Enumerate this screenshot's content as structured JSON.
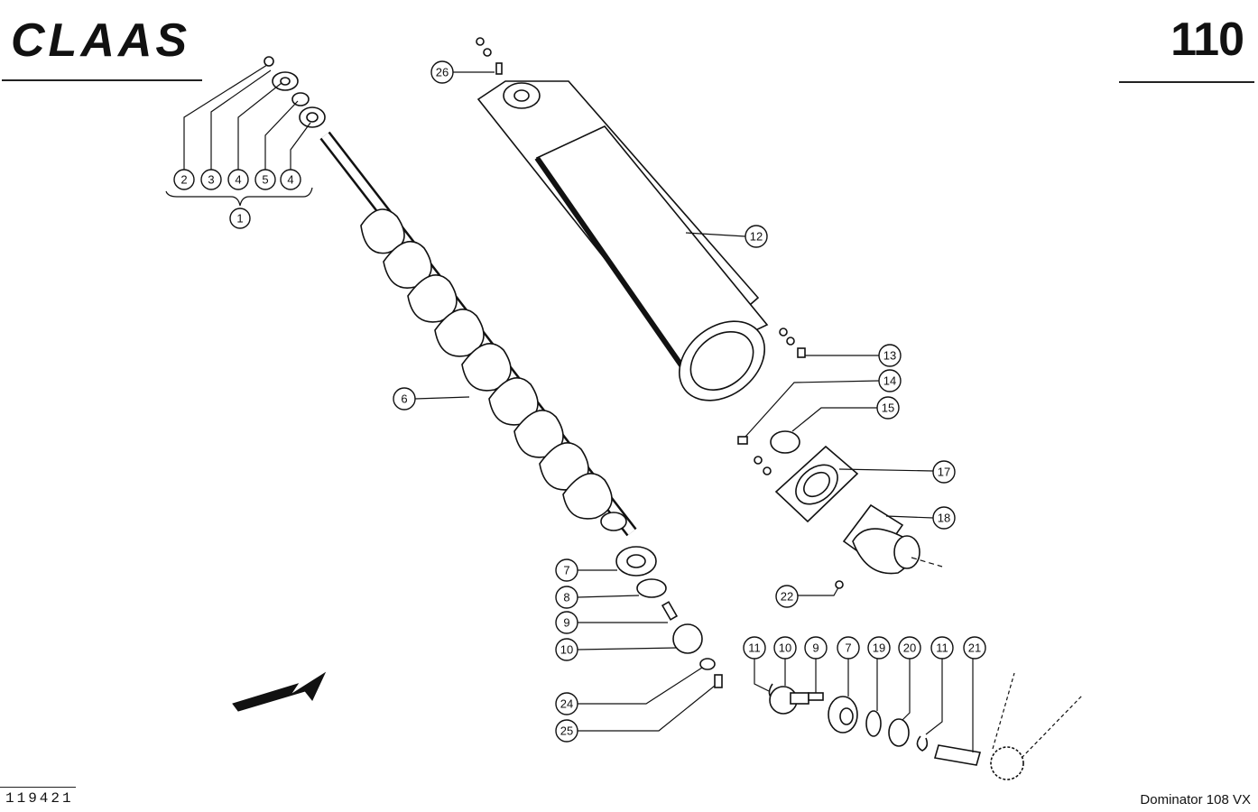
{
  "header": {
    "brand": "CLAAS",
    "page_number": "110"
  },
  "footer": {
    "drawing_id": "119421",
    "model": "Dominator 108 VX"
  },
  "callouts": [
    {
      "id": "c2",
      "label": "2"
    },
    {
      "id": "c3",
      "label": "3"
    },
    {
      "id": "c4a",
      "label": "4"
    },
    {
      "id": "c5",
      "label": "5"
    },
    {
      "id": "c4b",
      "label": "4"
    },
    {
      "id": "c1",
      "label": "1"
    },
    {
      "id": "c26",
      "label": "26"
    },
    {
      "id": "c12",
      "label": "12"
    },
    {
      "id": "c13",
      "label": "13"
    },
    {
      "id": "c14",
      "label": "14"
    },
    {
      "id": "c15",
      "label": "15"
    },
    {
      "id": "c17",
      "label": "17"
    },
    {
      "id": "c18",
      "label": "18"
    },
    {
      "id": "c22",
      "label": "22"
    },
    {
      "id": "c6",
      "label": "6"
    },
    {
      "id": "c7a",
      "label": "7"
    },
    {
      "id": "c8",
      "label": "8"
    },
    {
      "id": "c9a",
      "label": "9"
    },
    {
      "id": "c10a",
      "label": "10"
    },
    {
      "id": "c24",
      "label": "24"
    },
    {
      "id": "c25",
      "label": "25"
    },
    {
      "id": "c11a",
      "label": "11"
    },
    {
      "id": "c10b",
      "label": "10"
    },
    {
      "id": "c9b",
      "label": "9"
    },
    {
      "id": "c7b",
      "label": "7"
    },
    {
      "id": "c19",
      "label": "19"
    },
    {
      "id": "c20",
      "label": "20"
    },
    {
      "id": "c11b",
      "label": "11"
    },
    {
      "id": "c21",
      "label": "21"
    }
  ]
}
